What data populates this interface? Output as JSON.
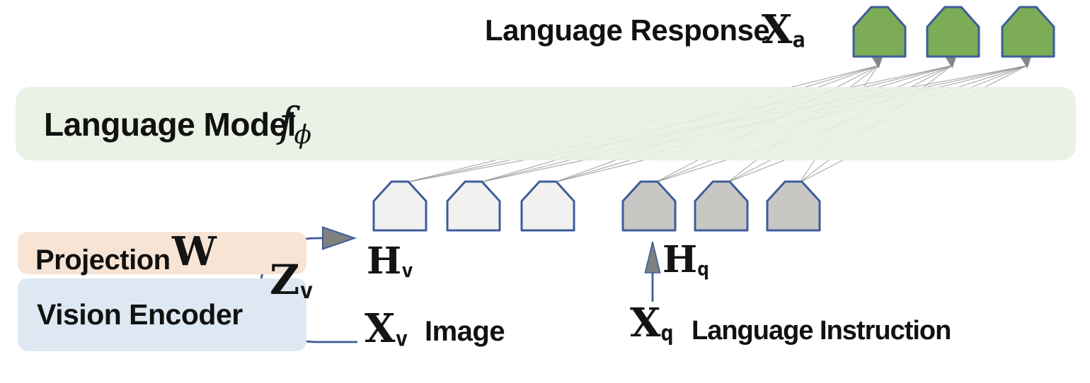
{
  "diagram": {
    "labels": {
      "language_response": "Language Response",
      "x_a": {
        "base": "X",
        "sub": "a"
      },
      "language_model": "Language Model",
      "f_phi": {
        "base": "f",
        "sub": "ϕ"
      },
      "projection": "Projection",
      "w_matrix": "W",
      "vision_encoder": "Vision Encoder",
      "z_v": {
        "base": "Z",
        "sub": "v"
      },
      "h_v": {
        "base": "H",
        "sub": "v"
      },
      "x_v": {
        "base": "X",
        "sub": "v"
      },
      "image": "Image",
      "h_q": {
        "base": "H",
        "sub": "q"
      },
      "x_q": {
        "base": "X",
        "sub": "q"
      },
      "language_instruction": "Language Instruction"
    },
    "tokens": {
      "response_count": 3,
      "visual_count": 3,
      "instruction_count": 3
    },
    "colors": {
      "token_border": "#3E5C9A",
      "visual_token_fill": "#F1F1EF",
      "instruction_token_fill": "#C9C7C4",
      "response_token_fill": "#7CAC55",
      "language_model_bar": "#E8F0E2",
      "projection_box": "#F7E4D5",
      "vision_encoder_box": "#DDE8F2",
      "attention_line": "#8F8F8F",
      "arrowhead": "#808080",
      "arrow_stroke": "#3E5C9A",
      "text": "#111111"
    }
  }
}
